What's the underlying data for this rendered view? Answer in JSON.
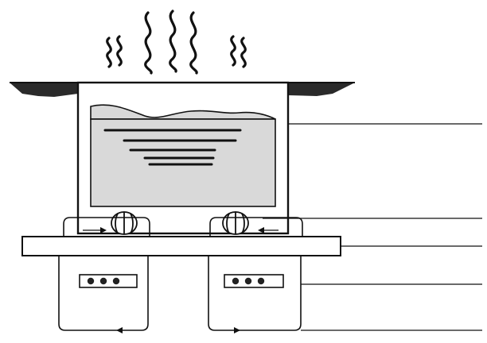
{
  "diagram": {
    "kind": "schematic",
    "labels": [],
    "components": [
      {
        "id": "vapor",
        "icon": "steam-wave-icon",
        "count": 7
      },
      {
        "id": "lid-flange"
      },
      {
        "id": "container"
      },
      {
        "id": "liquid-panel",
        "fill": "#d9d9d9"
      },
      {
        "id": "text-lines",
        "count": 5
      },
      {
        "id": "coils",
        "count": 2
      },
      {
        "id": "base-plate"
      },
      {
        "id": "heater-units",
        "count": 2
      },
      {
        "id": "leader-lines",
        "count": 5
      }
    ],
    "colors": {
      "line": "#111111",
      "panel": "#d9d9d9",
      "flange": "#2a2a2a",
      "background": "#ffffff"
    }
  }
}
